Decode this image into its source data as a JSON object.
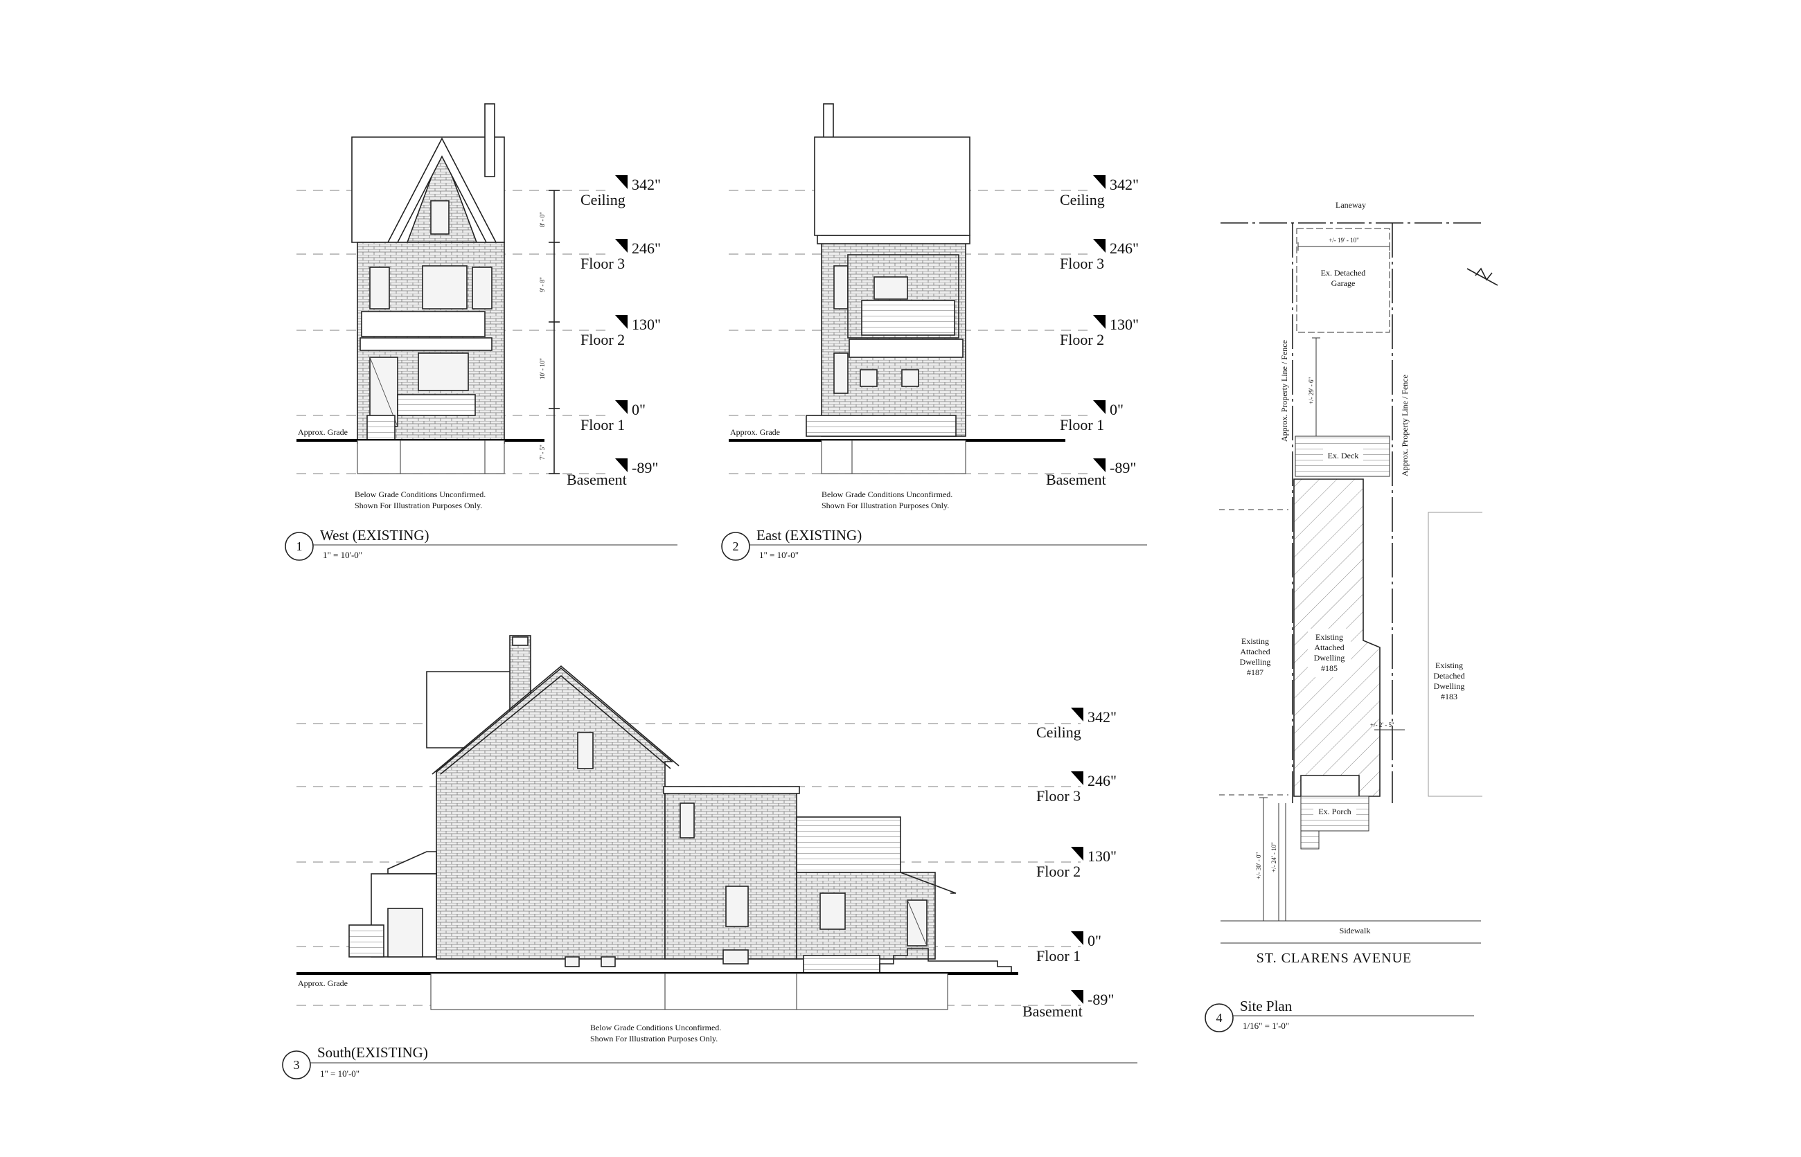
{
  "levels": {
    "ceiling": {
      "label": "Ceiling",
      "elevation": "342\""
    },
    "floor3": {
      "label": "Floor 3",
      "elevation": "246\""
    },
    "floor2": {
      "label": "Floor 2",
      "elevation": "130\""
    },
    "floor1": {
      "label": "Floor 1",
      "elevation": "0\""
    },
    "basement": {
      "label": "Basement",
      "elevation": "-89\""
    }
  },
  "approx_grade": "Approx. Grade",
  "below_grade_note": {
    "line1": "Below Grade Conditions Unconfirmed.",
    "line2": "Shown For Illustration Purposes Only."
  },
  "views": {
    "west": {
      "number": "1",
      "title": "West (EXISTING)",
      "scale": "1\" = 10'-0\""
    },
    "east": {
      "number": "2",
      "title": "East (EXISTING)",
      "scale": "1\" = 10'-0\""
    },
    "south": {
      "number": "3",
      "title": "South(EXISTING)",
      "scale": "1\" = 10'-0\""
    },
    "site": {
      "number": "4",
      "title": "Site Plan",
      "scale": "1/16\" = 1'-0\""
    }
  },
  "west_dimensions": {
    "d1": "8' - 0\"",
    "d2": "9' - 8\"",
    "d3": "10' - 10\"",
    "d4": "7' - 5\""
  },
  "site_plan": {
    "laneway": "Laneway",
    "garage_width": "+/- 19' - 10\"",
    "garage": {
      "line1": "Ex. Detached",
      "line2": "Garage"
    },
    "property_line": "Approx. Property Line / Fence",
    "rear_yard": "+/- 29' - 6\"",
    "deck": "Ex. Deck",
    "dwelling_187": {
      "l1": "Existing",
      "l2": "Attached",
      "l3": "Dwelling",
      "l4": "#187"
    },
    "dwelling_185": {
      "l1": "Existing",
      "l2": "Attached",
      "l3": "Dwelling",
      "l4": "#185"
    },
    "dwelling_183": {
      "l1": "Existing",
      "l2": "Detached",
      "l3": "Dwelling",
      "l4": "#183"
    },
    "side_yard": "+/- 2' - 5\"",
    "porch": "Ex. Porch",
    "front_total": "+/- 30' - 0\"",
    "front_yard": "+/- 24' - 10\"",
    "sidewalk": "Sidewalk",
    "street": "ST. CLARENS AVENUE"
  },
  "colors": {
    "linework": "#222222",
    "grade_line": "#000000",
    "level_lines": "#9a9a9a"
  }
}
